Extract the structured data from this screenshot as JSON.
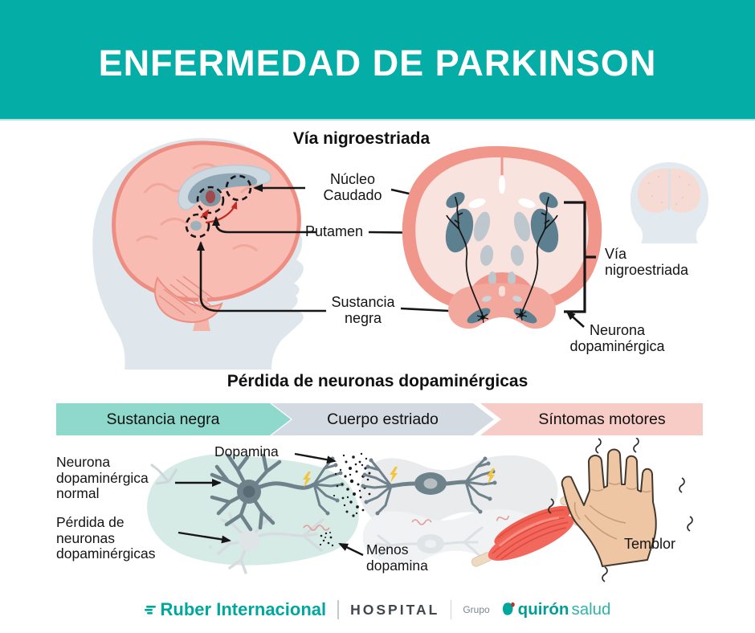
{
  "header": {
    "title": "ENFERMEDAD DE PARKINSON"
  },
  "colors": {
    "header_teal": "#04ada5",
    "flow_teal": "#8fd9cc",
    "flow_gray": "#d3dae1",
    "flow_pink": "#f7cbc6",
    "brain_pink_outline": "#ee8e82",
    "brain_pink_fill": "#f8bcb3",
    "structure_slate": "#5d8090",
    "neuron_slate": "#6e828c",
    "muscle_red": "#f3685c",
    "bolt_yellow": "#f2c53e",
    "logo_teal": "#00a89c"
  },
  "section_via": {
    "title": "Vía nigroestriada",
    "label_nucleo_caudado": "Núcleo\nCaudado",
    "label_putamen": "Putamen",
    "label_sustancia_negra": "Sustancia\nnegra",
    "label_via_nigroestriada": "Vía\nnigroestriada",
    "label_neurona_dopaminergica": "Neurona\ndopaminérgica"
  },
  "section_perdida": {
    "title": "Pérdida de neuronas dopaminérgicas",
    "flow_steps": [
      {
        "label": "Sustancia negra"
      },
      {
        "label": "Cuerpo estriado"
      },
      {
        "label": "Síntomas motores"
      }
    ],
    "label_dopamina": "Dopamina",
    "label_neurona_normal": "Neurona\ndopaminérgica\nnormal",
    "label_perdida_neuronas": "Pérdida de\nneuronas\ndopaminérgicas",
    "label_menos_dopamina": "Menos\ndopamina",
    "label_temblor": "Temblor"
  },
  "footer": {
    "brand_ruber": "Ruber Internacional",
    "brand_hospital": "HOSPITAL",
    "group_label": "Grupo",
    "brand_quiron_bold": "quirón",
    "brand_quiron_light": "salud"
  }
}
